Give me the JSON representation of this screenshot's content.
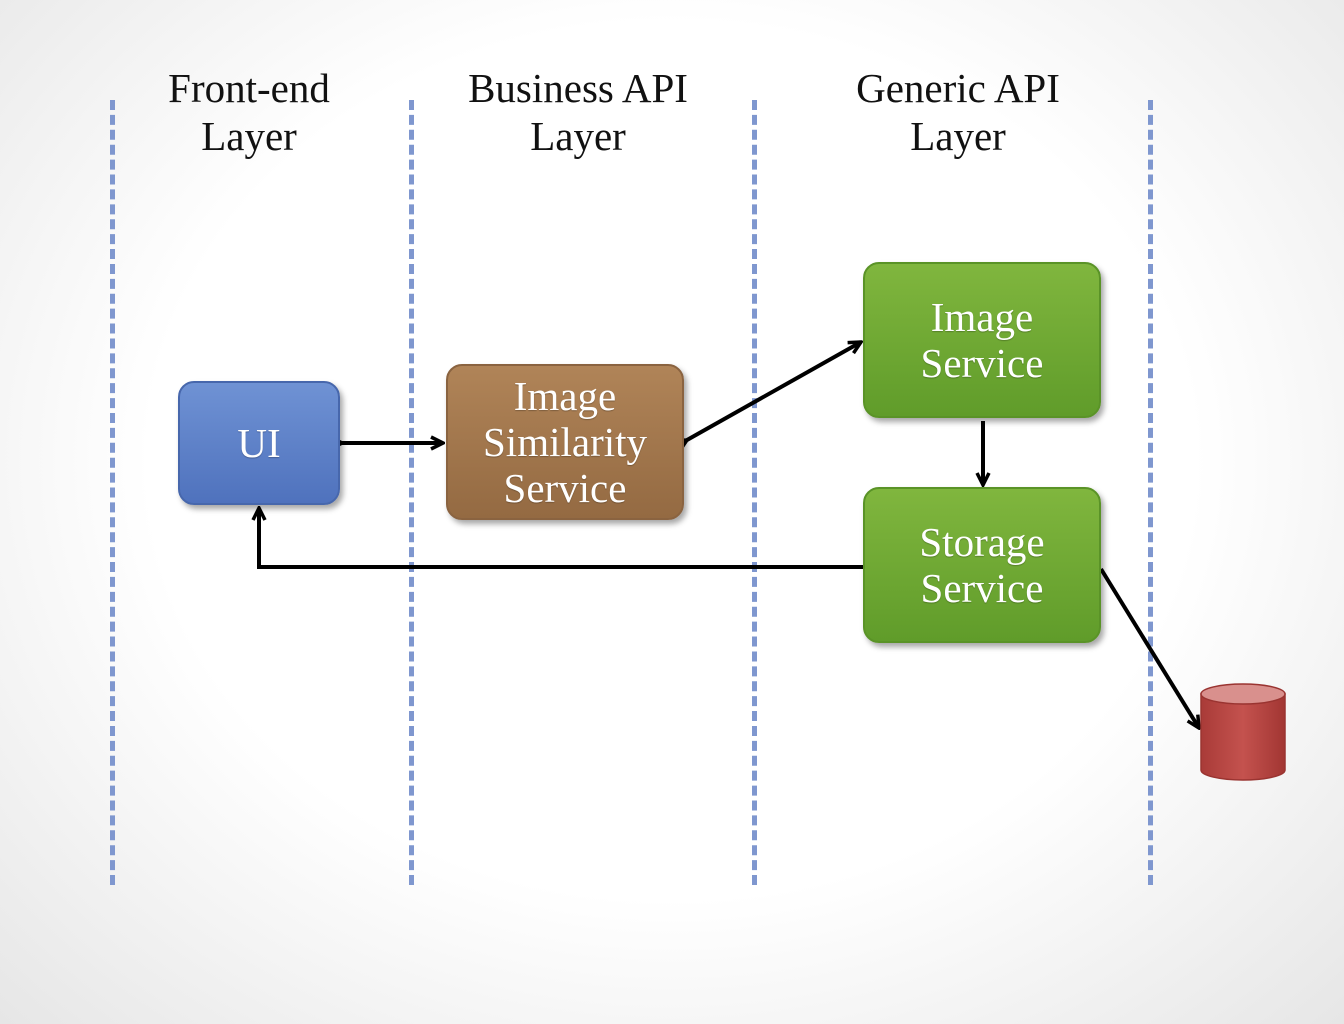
{
  "layers": [
    {
      "line1": "Front-end",
      "line2": "Layer"
    },
    {
      "line1": "Business API",
      "line2": "Layer"
    },
    {
      "line1": "Generic API",
      "line2": "Layer"
    }
  ],
  "nodes": {
    "ui": {
      "lines": [
        "UI"
      ]
    },
    "similarity": {
      "lines": [
        "Image",
        "Similarity",
        "Service"
      ]
    },
    "image": {
      "lines": [
        "Image",
        "Service"
      ]
    },
    "storage": {
      "lines": [
        "Storage",
        "Service"
      ]
    }
  },
  "colors": {
    "ui": "#5b7fc7",
    "similarity": "#a07650",
    "service": "#6fa834",
    "database": "#c0504d",
    "divider": "#7f97cf"
  }
}
